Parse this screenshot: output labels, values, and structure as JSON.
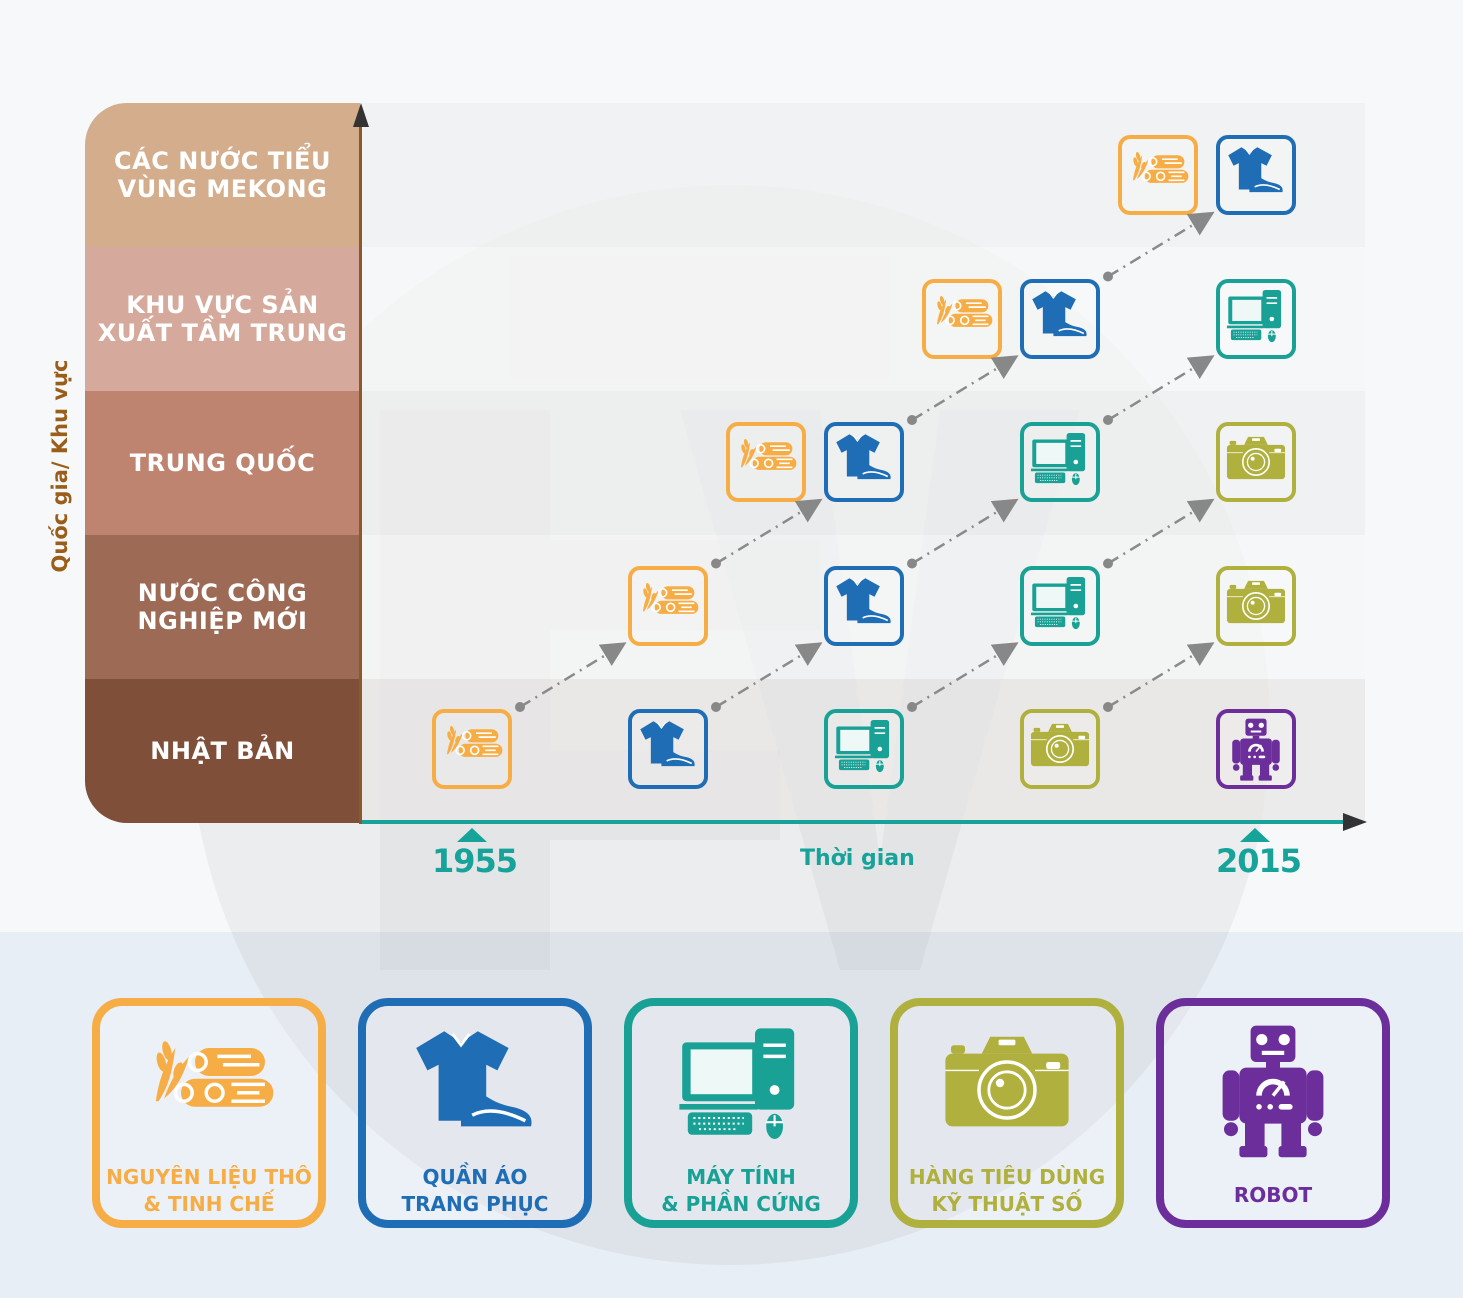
{
  "title": "Quá trình chuyển dịch sản xuất theo thời gian",
  "y_axis": {
    "label": "Quốc gia/ Khu vực"
  },
  "x_axis": {
    "label": "Thời gian",
    "start_label": "1955",
    "end_label": "2015"
  },
  "rows": [
    {
      "id": "mekong",
      "line1": "CÁC NƯỚC TIỂU",
      "line2": "VÙNG MEKONG",
      "color": "#d3ad8c"
    },
    {
      "id": "mid",
      "line1": "KHU VỰC SẢN",
      "line2": "XUẤT TẦM TRUNG",
      "color": "#d5aa9c"
    },
    {
      "id": "china",
      "line1": "TRUNG QUỐC",
      "line2": "",
      "color": "#be8470"
    },
    {
      "id": "nic",
      "line1": "NƯỚC CÔNG",
      "line2": "NGHIỆP MỚI",
      "color": "#9c6a55"
    },
    {
      "id": "japan",
      "line1": "NHẬT BẢN",
      "line2": "",
      "color": "#7f4f3a"
    }
  ],
  "categories": [
    {
      "id": "raw",
      "line1": "NGUYÊN LIỆU THÔ",
      "line2": "& TINH CHẾ",
      "color": "#f7ad45",
      "icon": "logs-wheat-icon"
    },
    {
      "id": "apparel",
      "line1": "QUẦN ÁO",
      "line2": "TRANG PHỤC",
      "color": "#1f6db5",
      "icon": "shirt-shoe-icon"
    },
    {
      "id": "computer",
      "line1": "MÁY TÍNH",
      "line2": "& PHẦN CỨNG",
      "color": "#19a196",
      "icon": "computer-icon"
    },
    {
      "id": "digital",
      "line1": "HÀNG TIÊU DÙNG",
      "line2": "KỸ THUẬT SỐ",
      "color": "#b0b03e",
      "icon": "camera-icon"
    },
    {
      "id": "robot",
      "line1": "ROBOT",
      "line2": "",
      "color": "#6b2e9a",
      "icon": "robot-icon"
    }
  ],
  "cells": [
    {
      "row": "japan",
      "col": 0,
      "cat": "raw"
    },
    {
      "row": "japan",
      "col": 1,
      "cat": "apparel"
    },
    {
      "row": "japan",
      "col": 2,
      "cat": "computer"
    },
    {
      "row": "japan",
      "col": 3,
      "cat": "digital"
    },
    {
      "row": "japan",
      "col": 4,
      "cat": "robot"
    },
    {
      "row": "nic",
      "col": 1,
      "cat": "raw"
    },
    {
      "row": "nic",
      "col": 2,
      "cat": "apparel"
    },
    {
      "row": "nic",
      "col": 3,
      "cat": "computer"
    },
    {
      "row": "nic",
      "col": 4,
      "cat": "digital"
    },
    {
      "row": "china",
      "col": 1.5,
      "cat": "raw"
    },
    {
      "row": "china",
      "col": 2,
      "cat": "apparel"
    },
    {
      "row": "china",
      "col": 3,
      "cat": "computer"
    },
    {
      "row": "china",
      "col": 4,
      "cat": "digital"
    },
    {
      "row": "mid",
      "col": 2.5,
      "cat": "raw"
    },
    {
      "row": "mid",
      "col": 3,
      "cat": "apparel"
    },
    {
      "row": "mid",
      "col": 4,
      "cat": "computer"
    },
    {
      "row": "mekong",
      "col": 3.5,
      "cat": "raw"
    },
    {
      "row": "mekong",
      "col": 4,
      "cat": "apparel"
    }
  ],
  "transitions": [
    {
      "from": [
        "japan",
        0
      ],
      "to": [
        "nic",
        1
      ]
    },
    {
      "from": [
        "japan",
        1
      ],
      "to": [
        "nic",
        2
      ]
    },
    {
      "from": [
        "japan",
        2
      ],
      "to": [
        "nic",
        3
      ]
    },
    {
      "from": [
        "japan",
        3
      ],
      "to": [
        "nic",
        4
      ]
    },
    {
      "from": [
        "nic",
        1
      ],
      "to": [
        "china",
        2
      ]
    },
    {
      "from": [
        "nic",
        2
      ],
      "to": [
        "china",
        3
      ]
    },
    {
      "from": [
        "nic",
        3
      ],
      "to": [
        "china",
        4
      ]
    },
    {
      "from": [
        "china",
        2
      ],
      "to": [
        "mid",
        3
      ]
    },
    {
      "from": [
        "china",
        3
      ],
      "to": [
        "mid",
        4
      ]
    },
    {
      "from": [
        "mid",
        3
      ],
      "to": [
        "mekong",
        4
      ]
    }
  ]
}
